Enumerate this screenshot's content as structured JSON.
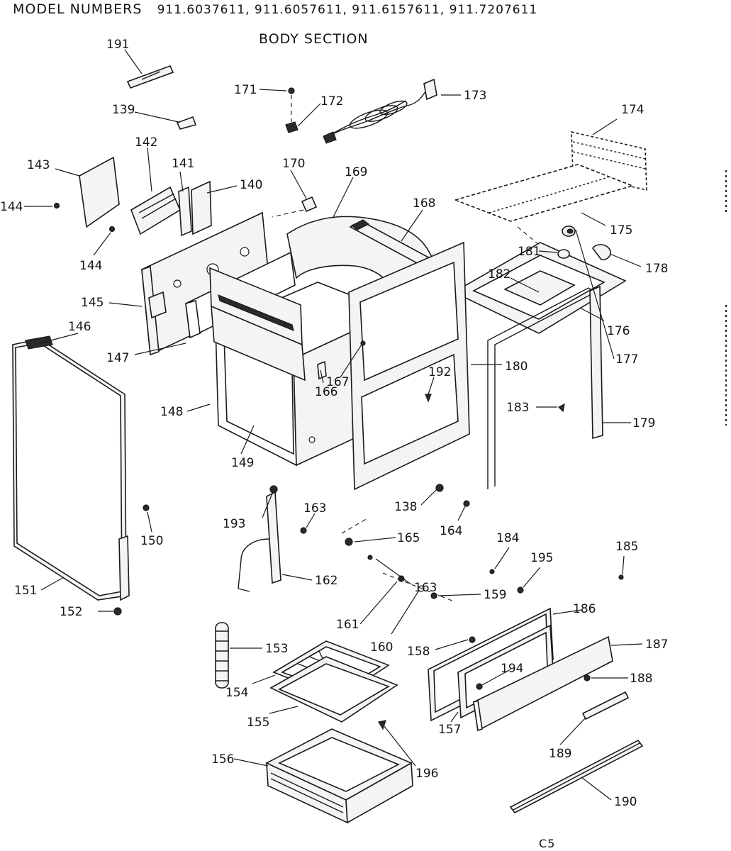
{
  "header": {
    "model_prefix": "MODEL NUMBERS",
    "models": "911.6037611,  911.6057611,  911.6157611,  911.7207611",
    "section": "BODY SECTION"
  },
  "footer": {
    "page_code": "C5"
  },
  "part_labels": {
    "p191": "191",
    "p139": "139",
    "p171": "171",
    "p172": "172",
    "p173": "173",
    "p174": "174",
    "p175": "175",
    "p143": "143",
    "p142": "142",
    "p141": "141",
    "p140": "140",
    "p170": "170",
    "p169": "169",
    "p168": "168",
    "p144a": "144",
    "p144b": "144",
    "p145": "145",
    "p146": "146",
    "p147": "147",
    "p176": "176",
    "p177": "177",
    "p180": "180",
    "p181": "181",
    "p178": "178",
    "p192": "192",
    "p167": "167",
    "p166": "166",
    "p182": "182",
    "p179": "179",
    "p148": "148",
    "p149": "149",
    "p183": "183",
    "p150": "150",
    "p151": "151",
    "p193": "193",
    "p138": "138",
    "p163a": "163",
    "p165": "165",
    "p164": "164",
    "p184": "184",
    "p185": "185",
    "p195": "195",
    "p152": "152",
    "p163b": "163",
    "p162": "162",
    "p186": "186",
    "p161": "161",
    "p159": "159",
    "p160": "160",
    "p153": "153",
    "p158": "158",
    "p187": "187",
    "p194": "194",
    "p188": "188",
    "p154": "154",
    "p155": "155",
    "p157": "157",
    "p189": "189",
    "p156": "156",
    "p196": "196",
    "p190": "190"
  }
}
